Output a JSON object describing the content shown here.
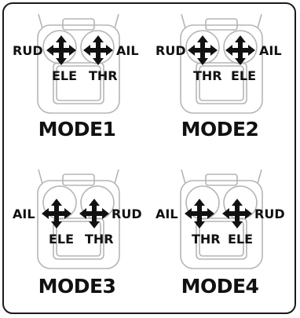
{
  "modes": [
    {
      "title": "MODE1",
      "left": "RUD",
      "right": "AIL",
      "bottom_left": "ELE",
      "bottom_right": "THR"
    },
    {
      "title": "MODE2",
      "left": "RUD",
      "right": "AIL",
      "bottom_left": "THR",
      "bottom_right": "ELE"
    },
    {
      "title": "MODE3",
      "left": "AIL",
      "right": "RUD",
      "bottom_left": "ELE",
      "bottom_right": "THR"
    },
    {
      "title": "MODE4",
      "left": "AIL",
      "right": "RUD",
      "bottom_left": "THR",
      "bottom_right": "ELE"
    }
  ],
  "colors": {
    "outline": "#b5b5b5",
    "ink": "#111111",
    "frame": "#1a1a1a"
  }
}
